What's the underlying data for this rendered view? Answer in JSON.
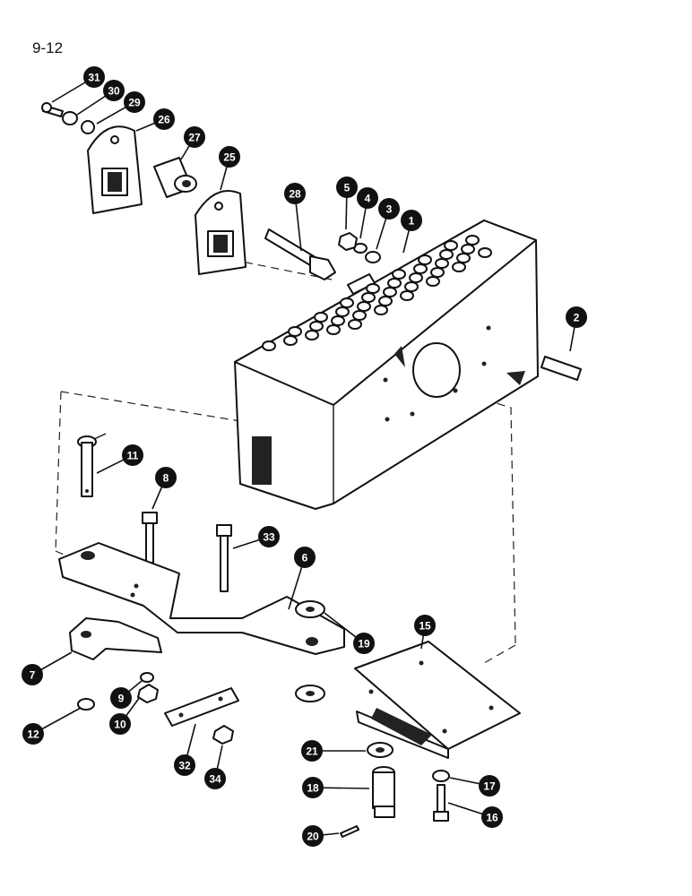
{
  "page_label": "9-12",
  "callouts": [
    {
      "id": "c1",
      "label": "1"
    },
    {
      "id": "c2",
      "label": "2"
    },
    {
      "id": "c3",
      "label": "3"
    },
    {
      "id": "c4",
      "label": "4"
    },
    {
      "id": "c5",
      "label": "5"
    },
    {
      "id": "c6",
      "label": "6"
    },
    {
      "id": "c7",
      "label": "7"
    },
    {
      "id": "c8",
      "label": "8"
    },
    {
      "id": "c9",
      "label": "9"
    },
    {
      "id": "c10",
      "label": "10"
    },
    {
      "id": "c11",
      "label": "11"
    },
    {
      "id": "c12",
      "label": "12"
    },
    {
      "id": "c15",
      "label": "15"
    },
    {
      "id": "c16",
      "label": "16"
    },
    {
      "id": "c17",
      "label": "17"
    },
    {
      "id": "c18",
      "label": "18"
    },
    {
      "id": "c19",
      "label": "19"
    },
    {
      "id": "c20",
      "label": "20"
    },
    {
      "id": "c21",
      "label": "21"
    },
    {
      "id": "c25",
      "label": "25"
    },
    {
      "id": "c26",
      "label": "26"
    },
    {
      "id": "c27",
      "label": "27"
    },
    {
      "id": "c28",
      "label": "28"
    },
    {
      "id": "c29",
      "label": "29"
    },
    {
      "id": "c30",
      "label": "30"
    },
    {
      "id": "c31",
      "label": "31"
    },
    {
      "id": "c32",
      "label": "32"
    },
    {
      "id": "c33",
      "label": "33"
    },
    {
      "id": "c34",
      "label": "34"
    }
  ]
}
